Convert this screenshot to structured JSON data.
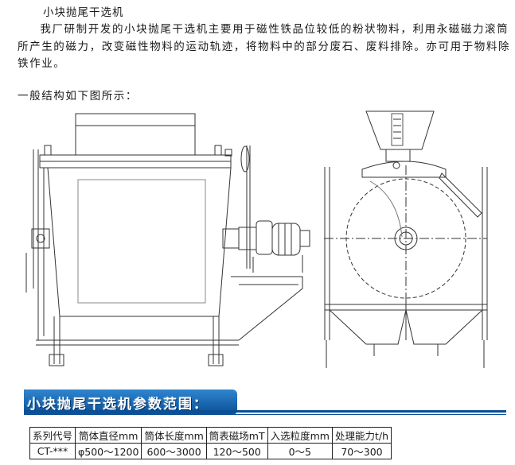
{
  "header": {
    "title": "小块抛尾干选机",
    "intro": "我厂研制开发的小块抛尾干选机主要用于磁性铁品位较低的粉状物料，利用永磁磁力滚筒所产生的磁力，改变磁性物料的运动轨迹，将物料中的部分废石、废料排除。亦可用于物料除铁作业。",
    "structure_label": "一般结构如下图所示："
  },
  "diagram": {
    "description_icon": "machine-drawing-icon"
  },
  "banner": {
    "text": "小块抛尾干选机参数范围：",
    "color_top": "#2f86cf",
    "color_bottom": "#0b4f96"
  },
  "table": {
    "headers": [
      "系列代号",
      "筒体直径mm",
      "筒体长度mm",
      "筒表磁场mT",
      "入选粒度mm",
      "处理能力t/h"
    ],
    "rows": [
      [
        "CT-***",
        "φ500～1200",
        "600～3000",
        "120～500",
        "0～5",
        "70～300"
      ]
    ]
  }
}
